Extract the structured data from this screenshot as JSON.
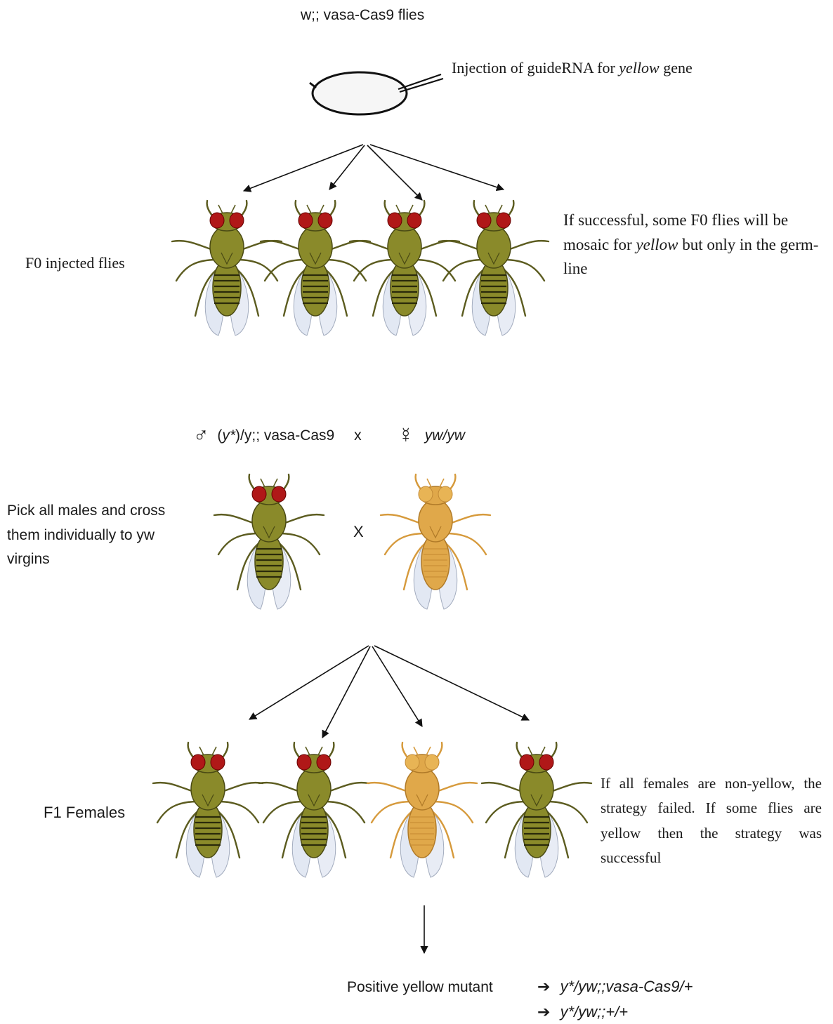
{
  "title": "w;; vasa-Cas9 flies",
  "injection": {
    "prefix": "Injection of guideRNA for ",
    "gene": "yellow",
    "suffix": " gene"
  },
  "f0": {
    "label": "F0 injected flies",
    "note_pre": "If successful, some F0 flies will be mosaic for ",
    "note_gene": "yellow",
    "note_post": " but only in the germ-line"
  },
  "cross": {
    "male_symbol": "♂",
    "male_genotype_italic": "y*",
    "male_genotype_rest": ")/y;; vasa-Cas9",
    "x1": "x",
    "female_symbol": "☿",
    "female_genotype": "yw/yw",
    "instruction": "Pick all males and cross them individually to yw virgins",
    "x2": "X"
  },
  "f1": {
    "label": "F1 Females",
    "note": "If all females are non-yellow, the strategy failed. If some flies are yellow then the strategy was successful"
  },
  "result": {
    "label": "Positive yellow mutant",
    "arrow": "➔",
    "genotype1": "y*/yw;;vasa-Cas9/+",
    "genotype2": "y*/yw;;+/+"
  },
  "colors": {
    "wildtype_body": "#8a8a2a",
    "yellow_body": "#e0a84a",
    "eye": "#b01818"
  }
}
